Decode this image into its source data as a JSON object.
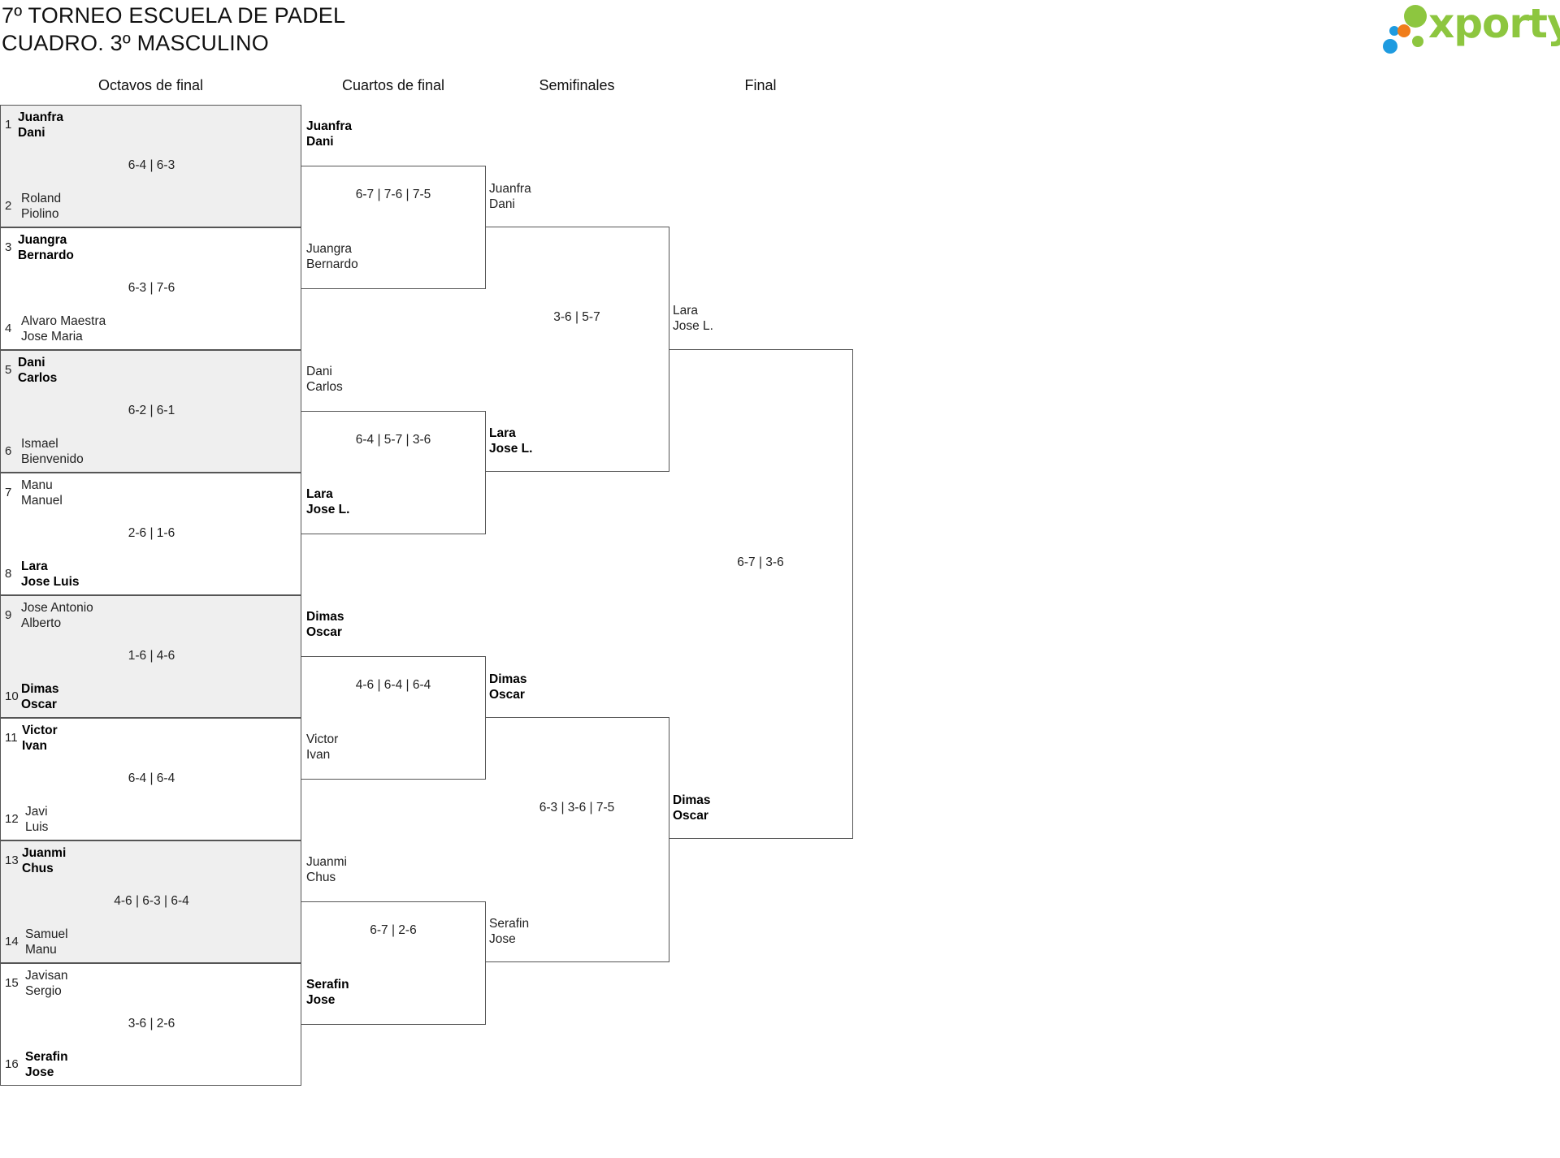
{
  "title": {
    "line1": "7º TORNEO ESCUELA DE PADEL",
    "line2": "CUADRO. 3º MASCULINO"
  },
  "logo": {
    "text": "xporty",
    "colors": {
      "green": "#8dc63f",
      "orange": "#f07d1a",
      "blue": "#1e9be0",
      "text": "#8dc63f"
    }
  },
  "columns": [
    "Octavos de final",
    "Cuartos de final",
    "Semifinales",
    "Final"
  ],
  "octavos": [
    {
      "seedA": "1",
      "teamA": [
        "Juanfra",
        "Dani"
      ],
      "winA": true,
      "seedB": "2",
      "teamB": [
        "Roland",
        "Piolino"
      ],
      "winB": false,
      "score": "6-4 | 6-3"
    },
    {
      "seedA": "3",
      "teamA": [
        "Juangra",
        "Bernardo"
      ],
      "winA": true,
      "seedB": "4",
      "teamB": [
        "Alvaro Maestra",
        "Jose Maria"
      ],
      "winB": false,
      "score": "6-3 | 7-6"
    },
    {
      "seedA": "5",
      "teamA": [
        "Dani",
        "Carlos"
      ],
      "winA": true,
      "seedB": "6",
      "teamB": [
        "Ismael",
        "Bienvenido"
      ],
      "winB": false,
      "score": "6-2 | 6-1"
    },
    {
      "seedA": "7",
      "teamA": [
        "Manu",
        "Manuel"
      ],
      "winA": false,
      "seedB": "8",
      "teamB": [
        "Lara",
        "Jose Luis"
      ],
      "winB": true,
      "score": "2-6 | 1-6"
    },
    {
      "seedA": "9",
      "teamA": [
        "Jose Antonio",
        "Alberto"
      ],
      "winA": false,
      "seedB": "10",
      "teamB": [
        "Dimas",
        "Oscar"
      ],
      "winB": true,
      "score": "1-6 | 4-6"
    },
    {
      "seedA": "11",
      "teamA": [
        "Victor",
        "Ivan"
      ],
      "winA": true,
      "seedB": "12",
      "teamB": [
        "Javi",
        "Luis"
      ],
      "winB": false,
      "score": "6-4 | 6-4"
    },
    {
      "seedA": "13",
      "teamA": [
        "Juanmi",
        "Chus"
      ],
      "winA": true,
      "seedB": "14",
      "teamB": [
        "Samuel",
        "Manu"
      ],
      "winB": false,
      "score": "4-6 | 6-3 | 6-4"
    },
    {
      "seedA": "15",
      "teamA": [
        "Javisan",
        "Sergio"
      ],
      "winA": false,
      "seedB": "16",
      "teamB": [
        "Serafin",
        "Jose"
      ],
      "winB": true,
      "score": "3-6 | 2-6"
    }
  ],
  "cuartos": [
    {
      "teamA": [
        "Juanfra",
        "Dani"
      ],
      "winA": true,
      "teamB": [
        "Juangra",
        "Bernardo"
      ],
      "winB": false,
      "score": "6-7 | 7-6 | 7-5"
    },
    {
      "teamA": [
        "Dani",
        "Carlos"
      ],
      "winA": false,
      "teamB": [
        "Lara",
        "Jose L."
      ],
      "winB": true,
      "score": "6-4 | 5-7 | 3-6"
    },
    {
      "teamA": [
        "Dimas",
        "Oscar"
      ],
      "winA": true,
      "teamB": [
        "Victor",
        "Ivan"
      ],
      "winB": false,
      "score": "4-6 | 6-4 | 6-4"
    },
    {
      "teamA": [
        "Juanmi",
        "Chus"
      ],
      "winA": false,
      "teamB": [
        "Serafin",
        "Jose"
      ],
      "winB": true,
      "score": "6-7 | 2-6"
    }
  ],
  "semis": [
    {
      "teamA": [
        "Juanfra",
        "Dani"
      ],
      "winA": false,
      "teamB": [
        "Lara",
        "Jose L."
      ],
      "winB": true,
      "score": "3-6 | 5-7"
    },
    {
      "teamA": [
        "Dimas",
        "Oscar"
      ],
      "winA": true,
      "teamB": [
        "Serafin",
        "Jose"
      ],
      "winB": false,
      "score": "6-3 | 3-6 | 7-5"
    }
  ],
  "final": {
    "teamA": [
      "Lara",
      "Jose L."
    ],
    "winA": false,
    "teamB": [
      "Dimas",
      "Oscar"
    ],
    "winB": true,
    "score": "6-7 | 3-6"
  }
}
